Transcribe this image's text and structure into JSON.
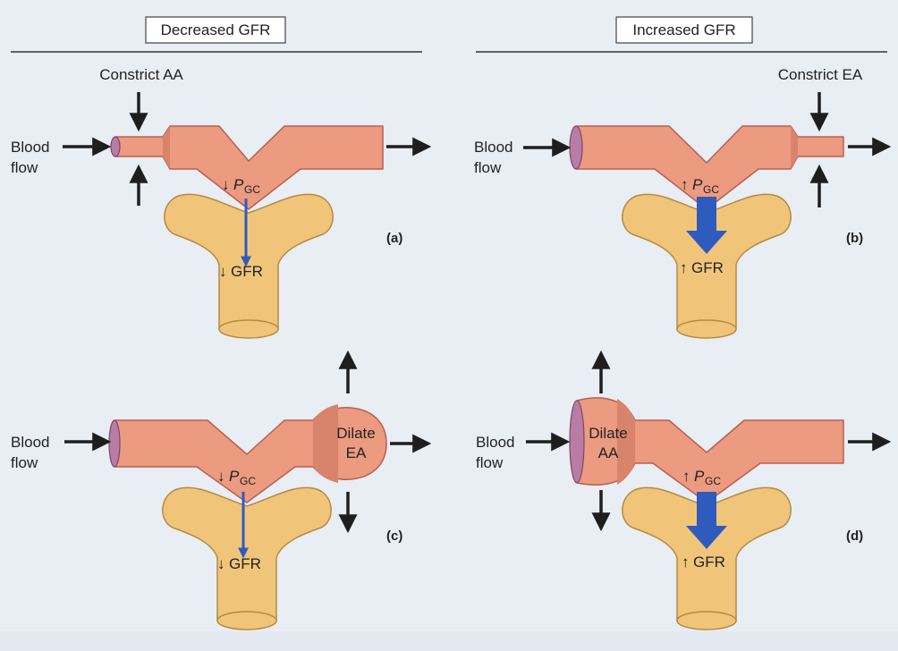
{
  "headers": {
    "left": "Decreased GFR",
    "right": "Increased GFR"
  },
  "labels": {
    "blood_line1": "Blood",
    "blood_line2": "flow",
    "pgc_main": "P",
    "pgc_sub": "GC",
    "gfr": "GFR",
    "arrow_up": "↑",
    "arrow_down": "↓"
  },
  "panels": {
    "a": {
      "tag": "(a)",
      "action": "Constrict AA"
    },
    "b": {
      "tag": "(b)",
      "action": "Constrict EA"
    },
    "c": {
      "tag": "(c)",
      "action_line1": "Dilate",
      "action_line2": "EA"
    },
    "d": {
      "tag": "(d)",
      "action_line1": "Dilate",
      "action_line2": "AA"
    }
  },
  "colors": {
    "background": "#e9edf4",
    "vessel": "#ec9a80",
    "vessel_dark": "#d8836b",
    "vessel_stroke": "#b5614f",
    "vessel_end": "#b97ca4",
    "capsule": "#f0c57a",
    "capsule_stroke": "#b38b40",
    "filtration_arrow": "#2f5bbf",
    "arrow": "#1e1e1e"
  }
}
